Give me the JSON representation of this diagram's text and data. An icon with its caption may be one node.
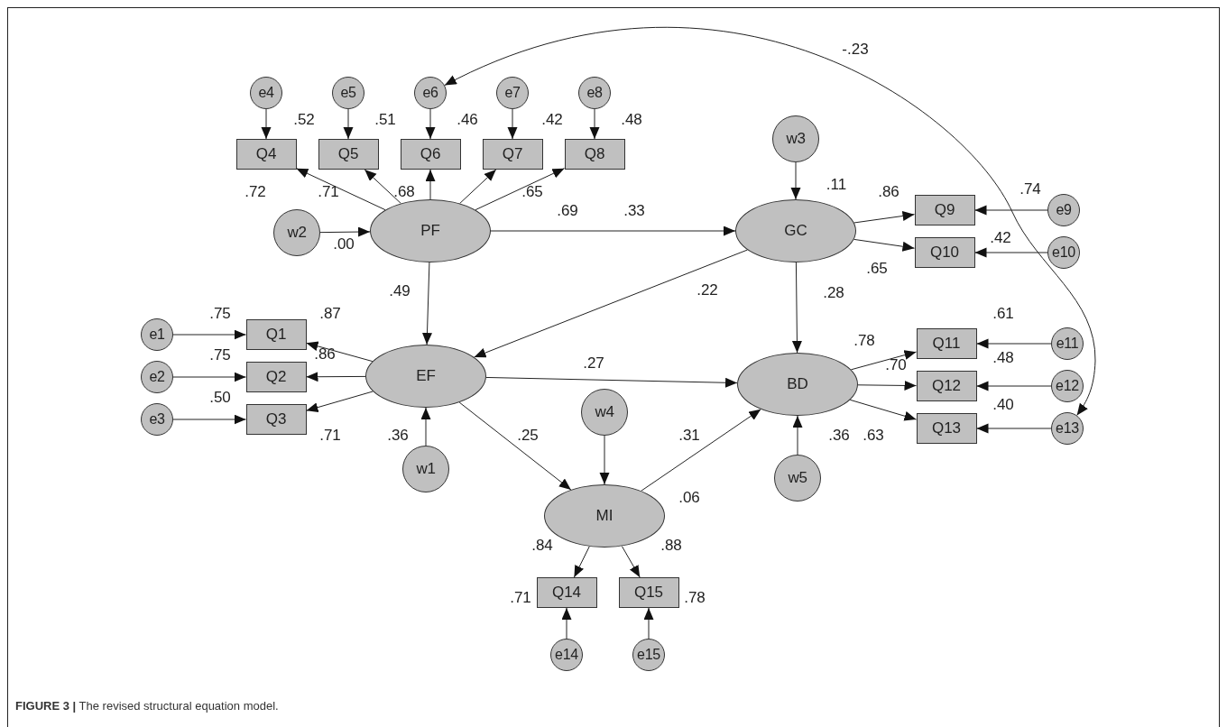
{
  "diagram": {
    "caption": "**FIGURE 3 |** The revised structural equation model.",
    "nodes": [
      {
        "text": [
          "e4"
        ]
      },
      {
        "text": [
          "e5"
        ]
      },
      {
        "text": [
          "e6"
        ]
      },
      {
        "text": [
          "e7"
        ]
      },
      {
        "text": [
          "e8"
        ]
      },
      {
        "text": [
          "Q4"
        ]
      },
      {
        "text": [
          "Q5"
        ]
      },
      {
        "text": [
          "Q6"
        ]
      },
      {
        "text": [
          "Q7"
        ]
      },
      {
        "text": [
          "Q8"
        ]
      },
      {
        "text": [
          "w3"
        ]
      },
      {
        "text": [
          "w2"
        ]
      },
      {
        "text": [
          "PF"
        ]
      },
      {
        "text": [
          "GC"
        ]
      },
      {
        "text": [
          "Q9"
        ]
      },
      {
        "text": [
          "e9"
        ]
      },
      {
        "text": [
          "Q10"
        ]
      },
      {
        "text": [
          "e10"
        ]
      },
      {
        "text": [
          "e1"
        ]
      },
      {
        "text": [
          "Q1"
        ]
      },
      {
        "text": [
          "EF"
        ]
      },
      {
        "text": [
          "e2"
        ]
      },
      {
        "text": [
          "Q2"
        ]
      },
      {
        "text": [
          "e3"
        ]
      },
      {
        "text": [
          "Q3"
        ]
      },
      {
        "text": [
          "Q11"
        ]
      },
      {
        "text": [
          "e11"
        ]
      },
      {
        "text": [
          "BD"
        ]
      },
      {
        "text": [
          "Q12"
        ]
      },
      {
        "text": [
          "e12"
        ]
      },
      {
        "text": [
          "Q13"
        ]
      },
      {
        "text": [
          "e13"
        ]
      },
      {
        "text": [
          "w1"
        ]
      },
      {
        "text": [
          "w4"
        ]
      },
      {
        "text": [
          "w5"
        ]
      },
      {
        "text": [
          "MI"
        ]
      },
      {
        "text": [
          "Q14"
        ]
      },
      {
        "text": [
          "Q15"
        ]
      },
      {
        "text": [
          "e14"
        ]
      },
      {
        "text": [
          "e15"
        ]
      }
    ],
    "edges": [
      {
        "from": 0,
        "to": 5,
        "arrow": "to"
      },
      {
        "from": 1,
        "to": 6,
        "arrow": "to"
      },
      {
        "from": 2,
        "to": 7,
        "arrow": "to"
      },
      {
        "from": 3,
        "to": 8,
        "arrow": "to"
      },
      {
        "from": 4,
        "to": 9,
        "arrow": "to"
      },
      {
        "from": 12,
        "to": 5,
        "arrow": "to"
      },
      {
        "from": 12,
        "to": 6,
        "arrow": "to"
      },
      {
        "from": 12,
        "to": 7,
        "arrow": "to"
      },
      {
        "from": 12,
        "to": 8,
        "arrow": "to"
      },
      {
        "from": 12,
        "to": 9,
        "arrow": "to"
      },
      {
        "from": 11,
        "to": 12,
        "arrow": "to"
      },
      {
        "from": 12,
        "to": 13,
        "arrow": "to"
      },
      {
        "from": 10,
        "to": 13,
        "arrow": "to"
      },
      {
        "from": 13,
        "to": 14,
        "arrow": "to"
      },
      {
        "from": 15,
        "to": 14,
        "arrow": "to"
      },
      {
        "from": 13,
        "to": 16,
        "arrow": "to"
      },
      {
        "from": 17,
        "to": 16,
        "arrow": "to"
      },
      {
        "from": 12,
        "to": 20,
        "arrow": "to"
      },
      {
        "from": 13,
        "to": 20,
        "arrow": "to"
      },
      {
        "from": 13,
        "to": 27,
        "arrow": "to"
      },
      {
        "from": 18,
        "to": 19,
        "arrow": "to"
      },
      {
        "from": 20,
        "to": 19,
        "arrow": "to"
      },
      {
        "from": 21,
        "to": 22,
        "arrow": "to"
      },
      {
        "from": 20,
        "to": 22,
        "arrow": "to"
      },
      {
        "from": 23,
        "to": 24,
        "arrow": "to"
      },
      {
        "from": 20,
        "to": 24,
        "arrow": "to"
      },
      {
        "from": 32,
        "to": 20,
        "arrow": "to"
      },
      {
        "from": 20,
        "to": 27,
        "arrow": "to"
      },
      {
        "from": 20,
        "to": 35,
        "arrow": "to"
      },
      {
        "from": 27,
        "to": 25,
        "arrow": "to"
      },
      {
        "from": 26,
        "to": 25,
        "arrow": "to"
      },
      {
        "from": 27,
        "to": 28,
        "arrow": "to"
      },
      {
        "from": 29,
        "to": 28,
        "arrow": "to"
      },
      {
        "from": 27,
        "to": 30,
        "arrow": "to"
      },
      {
        "from": 31,
        "to": 30,
        "arrow": "to"
      },
      {
        "from": 33,
        "to": 35,
        "arrow": "to"
      },
      {
        "from": 34,
        "to": 27,
        "arrow": "to"
      },
      {
        "from": 35,
        "to": 27,
        "arrow": "to"
      },
      {
        "from": 35,
        "to": 36,
        "arrow": "to"
      },
      {
        "from": 35,
        "to": 37,
        "arrow": "to"
      },
      {
        "from": 38,
        "to": 36,
        "arrow": "to"
      },
      {
        "from": 39,
        "to": 37,
        "arrow": "to"
      },
      {
        "from": 2,
        "to": 31,
        "arrow": "both"
      }
    ],
    "labels": [
      "-.23",
      ".52",
      ".51",
      ".46",
      ".42",
      ".48",
      ".72",
      ".71",
      ".68",
      ".65",
      ".11",
      ".86",
      ".74",
      ".69",
      ".33",
      ".42",
      ".00",
      ".65",
      ".49",
      ".22",
      ".28",
      ".75",
      ".87",
      ".61",
      ".78",
      ".75",
      ".86",
      ".48",
      ".27",
      ".70",
      ".50",
      ".40",
      ".71",
      ".36",
      ".25",
      ".31",
      ".36",
      ".63",
      ".06",
      ".84",
      ".88",
      ".71",
      ".78"
    ]
  }
}
